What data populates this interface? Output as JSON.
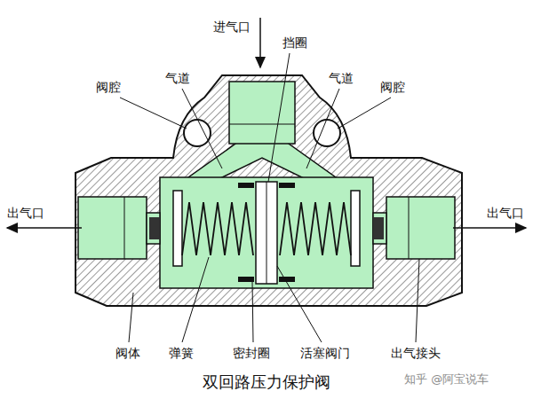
{
  "diagram": {
    "caption": "双回路压力保护阀",
    "labels": [
      "进气口",
      "挡圈",
      "阀腔",
      "气道",
      "气道",
      "阀腔",
      "出气口",
      "出气口",
      "阀体",
      "弹簧",
      "密封圈",
      "活塞阀门",
      "出气接头",
      "知乎 @阿宝说车"
    ]
  }
}
